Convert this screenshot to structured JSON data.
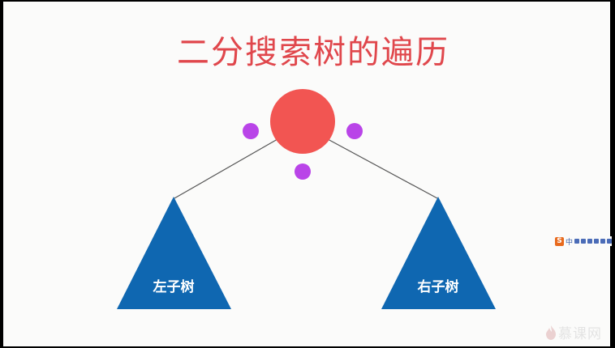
{
  "slide": {
    "title": "二分搜索树的遍历",
    "left_subtree_label": "左子树",
    "right_subtree_label": "右子树"
  },
  "colors": {
    "title": "#e0474c",
    "root_node": "#f25552",
    "visit_dot": "#b944e8",
    "subtree": "#0f67b1",
    "edge": "#555555",
    "background": "#fbfbfa"
  },
  "ime_toolbar": {
    "logo": "S",
    "mode": "中"
  },
  "watermark": {
    "text": "慕课网",
    "icon": "flame-icon"
  }
}
